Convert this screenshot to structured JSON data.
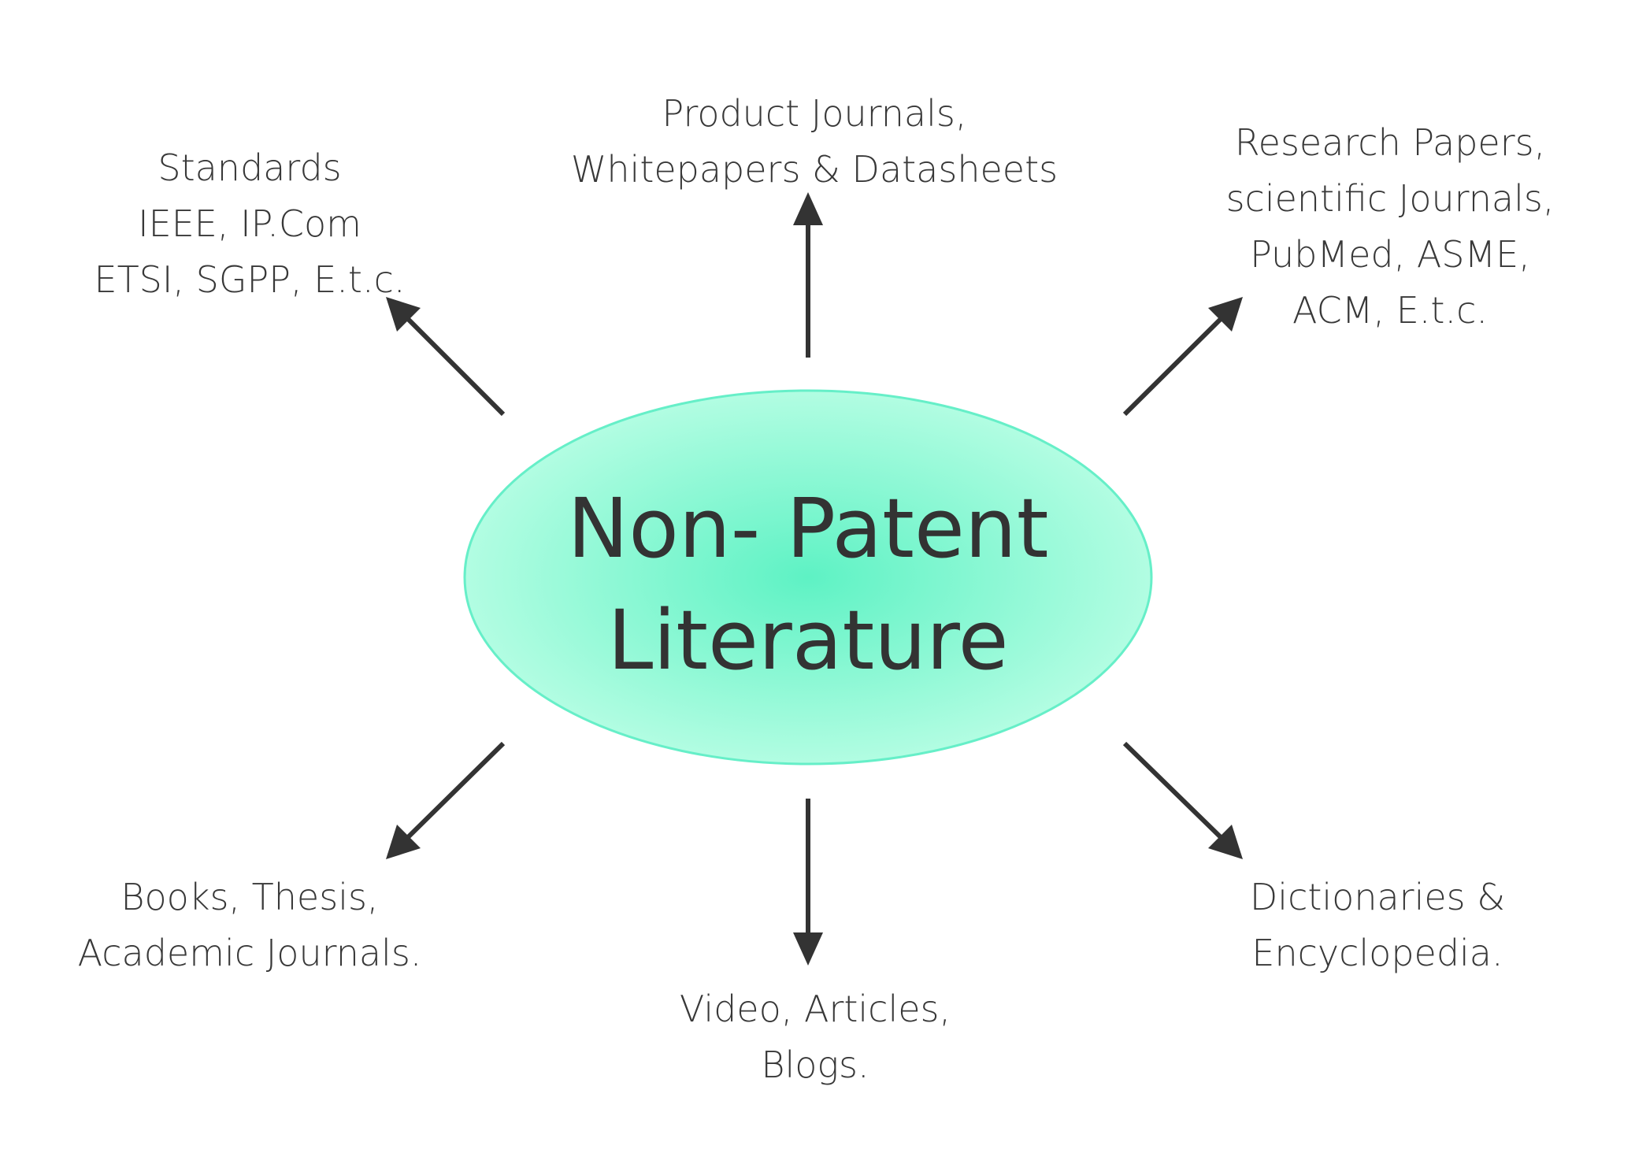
{
  "center": {
    "lines": [
      "Non- Patent",
      "Literature"
    ],
    "fill_color": "#5ef2c4",
    "border_color": "#66efc8"
  },
  "arrow_color": "#333333",
  "branches": {
    "standards": {
      "lines": [
        "Standards",
        "IEEE, IP.Com",
        "ETSI, SGPP, E.t.c."
      ]
    },
    "product": {
      "lines": [
        "Product Journals,",
        "Whitepapers & Datasheets"
      ]
    },
    "research": {
      "lines": [
        "Research Papers,",
        "scientific Journals,",
        "PubMed, ASME,",
        "ACM, E.t.c."
      ]
    },
    "books": {
      "lines": [
        "Books, Thesis,",
        "Academic Journals."
      ]
    },
    "video": {
      "lines": [
        "Video, Articles,",
        "Blogs."
      ]
    },
    "dictionaries": {
      "lines": [
        "Dictionaries &",
        "Encyclopedia."
      ]
    }
  }
}
